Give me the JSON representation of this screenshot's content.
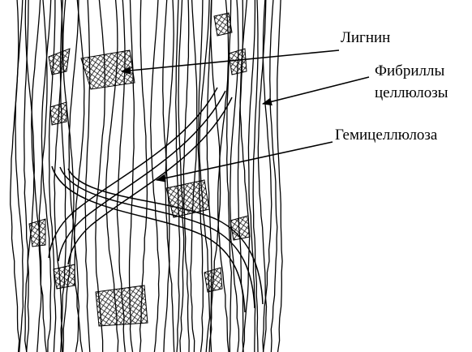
{
  "labels": {
    "lignin": "Лигнин",
    "fibrils_line1": "Фибриллы",
    "fibrils_line2": "целлюлозы",
    "hemicellulose": "Гемицеллюлоза"
  },
  "colors": {
    "ink": "#000000",
    "paper": "#ffffff",
    "lignin_fill": "#1a1a1a"
  }
}
